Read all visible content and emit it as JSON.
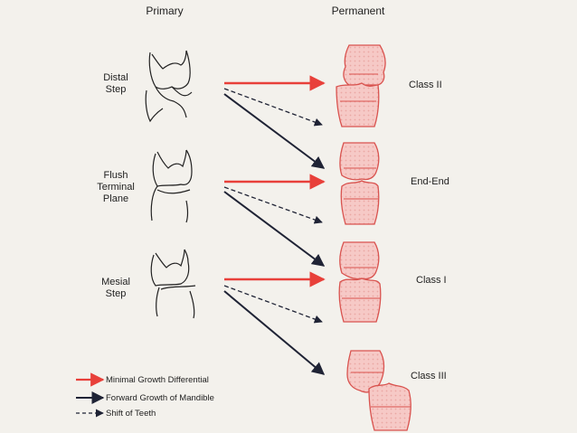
{
  "headers": {
    "primary": "Primary",
    "permanent": "Permanent"
  },
  "primary_labels": [
    {
      "lines": [
        "Distal",
        "Step"
      ]
    },
    {
      "lines": [
        "Flush",
        "Terminal",
        "Plane"
      ]
    },
    {
      "lines": [
        "Mesial",
        "Step"
      ]
    }
  ],
  "permanent_labels": [
    "Class II",
    "End-End",
    "Class I",
    "Class III"
  ],
  "legend": [
    {
      "label": "Minimal Growth Differential",
      "style": "red-solid"
    },
    {
      "label": "Forward Growth of Mandible",
      "style": "dark-solid"
    },
    {
      "label": "Shift of Teeth",
      "style": "dark-dashed"
    }
  ],
  "colors": {
    "red": "#e8403a",
    "dark": "#1f2335",
    "tooth_fill": "#f6c9c6",
    "tooth_stroke": "#d9534f"
  }
}
